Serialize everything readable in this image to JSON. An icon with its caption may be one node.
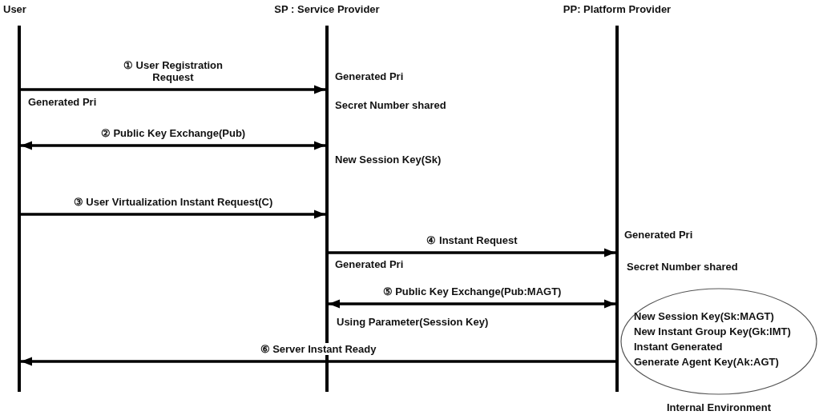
{
  "diagram": {
    "nodes": [
      {
        "text": [
          "User"
        ]
      },
      {
        "text": [
          "SP : Service Provider"
        ]
      },
      {
        "text": [
          "PP: Platform Provider"
        ]
      },
      {
        "text": [
          "New Session Key(Sk:MAGT)",
          "New Instant Group Key(Gk:IMT)",
          "Instant Generated",
          "Generate Agent Key(Ak:AGT)",
          "Internal Environment"
        ]
      }
    ],
    "edges": [
      {
        "from": 0,
        "to": 1,
        "arrow": "to",
        "label": "① User Registration Request"
      },
      {
        "from": 0,
        "to": 1,
        "arrow": "both",
        "label": "② Public Key Exchange(Pub)"
      },
      {
        "from": 0,
        "to": 1,
        "arrow": "to",
        "label": "③ User Virtualization Instant Request(C)"
      },
      {
        "from": 1,
        "to": 2,
        "arrow": "to",
        "label": "④ Instant Request"
      },
      {
        "from": 1,
        "to": 2,
        "arrow": "both",
        "label": "⑤ Public Key Exchange(Pub:MAGT)"
      },
      {
        "from": 2,
        "to": 0,
        "arrow": "to",
        "label": "⑥ Server Instant Ready"
      }
    ],
    "labels": [
      "Generated Pri",
      "Generated Pri",
      "Secret Number shared",
      "New Session Key(Sk)",
      "Generated Pri",
      "Generated Pri",
      "Secret Number shared",
      "Using Parameter(Session Key)"
    ]
  }
}
